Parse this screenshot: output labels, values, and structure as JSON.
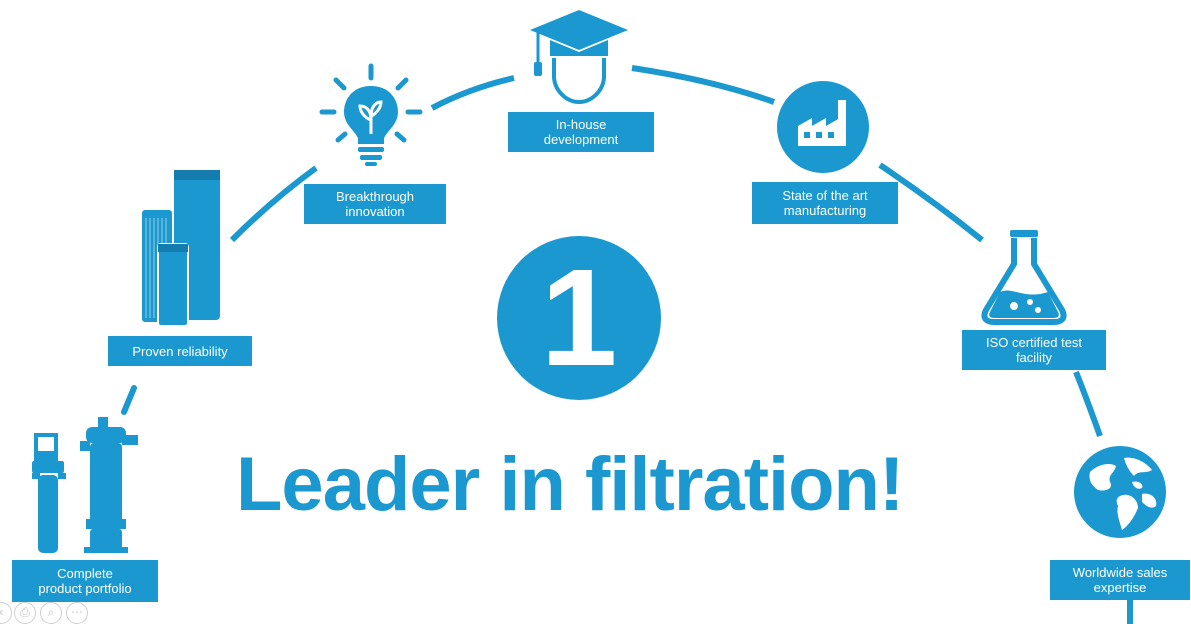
{
  "headline": "Leader in filtration!",
  "badge_number": "1",
  "colors": {
    "accent": "#1a98cf",
    "background": "#ffffff"
  },
  "nodes": [
    {
      "id": "complete-product-portfolio",
      "icon": "filter-housings-icon",
      "lines": [
        "Complete",
        "product portfolio"
      ]
    },
    {
      "id": "proven-reliability",
      "icon": "filter-cartridges-icon",
      "lines": [
        "Proven reliability"
      ]
    },
    {
      "id": "breakthrough-innovation",
      "icon": "lightbulb-plant-icon",
      "lines": [
        "Breakthrough",
        "innovation"
      ]
    },
    {
      "id": "in-house-development",
      "icon": "graduate-head-icon",
      "lines": [
        "In-house",
        "development"
      ]
    },
    {
      "id": "state-of-the-art-manufacturing",
      "icon": "factory-icon",
      "lines": [
        "State of the art",
        "manufacturing"
      ]
    },
    {
      "id": "iso-certified-test-facility",
      "icon": "flask-icon",
      "lines": [
        "ISO certified test",
        "facility"
      ]
    },
    {
      "id": "worldwide-sales-expertise",
      "icon": "globe-icon",
      "lines": [
        "Worldwide sales",
        "expertise"
      ]
    }
  ],
  "viewer_controls": [
    {
      "icon": "back-icon",
      "glyph": "‹"
    },
    {
      "icon": "print-icon",
      "glyph": "⎙"
    },
    {
      "icon": "zoom-icon",
      "glyph": "⌕"
    },
    {
      "icon": "more-icon",
      "glyph": "⋯"
    }
  ]
}
